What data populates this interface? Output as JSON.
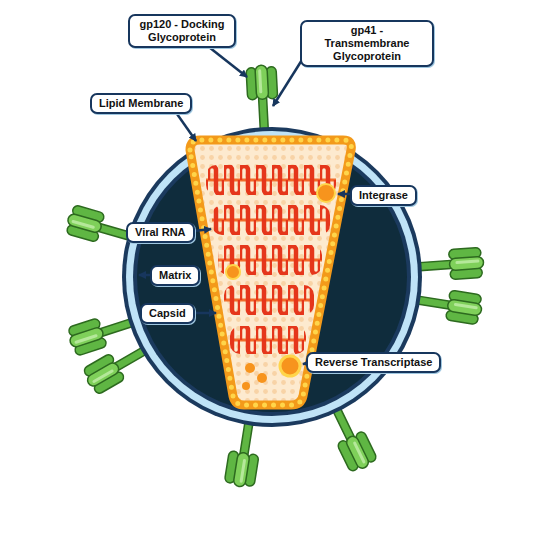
{
  "diagram": {
    "nodes": [
      {
        "text": [
          "gp120 - Docking Glycoprotein"
        ]
      },
      {
        "text": [
          "gp41 - Transmembrane Glycoprotein"
        ]
      },
      {
        "text": [
          "Lipid Membrane"
        ]
      },
      {
        "text": [
          "Integrase"
        ]
      },
      {
        "text": [
          "Viral RNA"
        ]
      },
      {
        "text": [
          "Matrix"
        ]
      },
      {
        "text": [
          "Capsid"
        ]
      },
      {
        "text": [
          "Reverse Transcriptase"
        ]
      }
    ]
  }
}
